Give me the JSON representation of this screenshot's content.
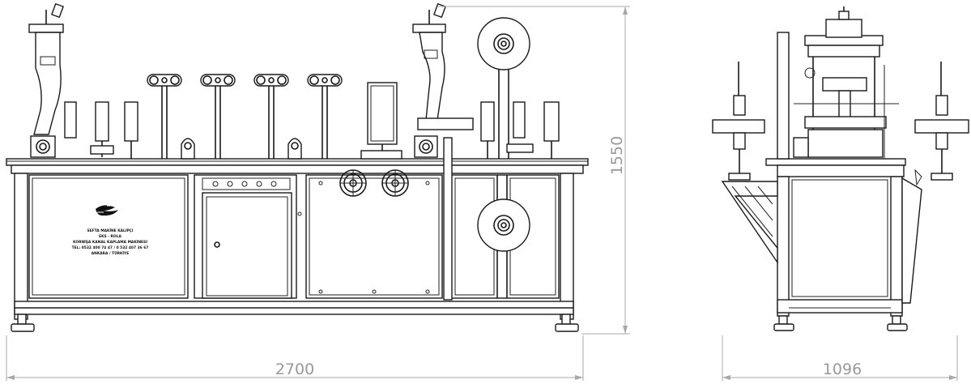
{
  "dimensions": {
    "front_width": "2700",
    "front_height": "1550",
    "side_width": "1096"
  },
  "nameplate": {
    "line1": "SEFTA MAKİNE KALIPÇI",
    "line2": "EKS - ROLA",
    "line3": "KORNİŞA KANAL KAPLAMA MAKİNESİ",
    "line4": "TEL: 0532 400 74 47 / 0 532 407 36 67",
    "line5": "ANKARA / TÜRKİYE"
  },
  "colors": {
    "line": "#1a1a1a",
    "dimension": "#a8a8a8",
    "dimension_text": "#9a9a9a"
  }
}
